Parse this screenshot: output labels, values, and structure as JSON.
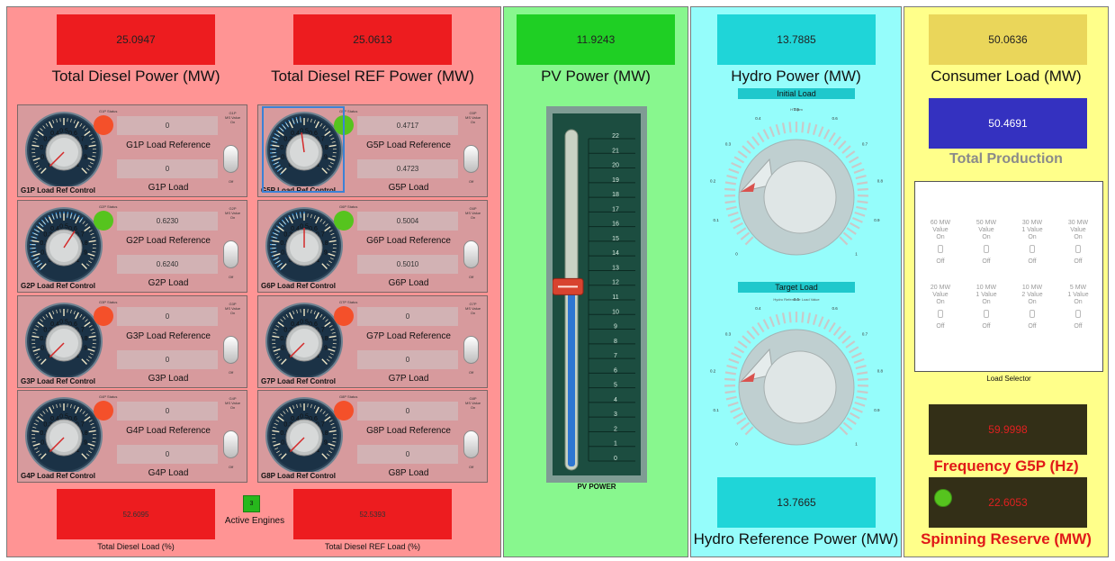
{
  "diesel": {
    "total_power": "25.0947",
    "total_power_label": "Total Diesel Power (MW)",
    "total_ref_power": "25.0613",
    "total_ref_power_label": "Total Diesel REF Power (MW)",
    "total_load": "52.6095",
    "total_load_label": "Total Diesel Load (%)",
    "total_ref_load": "52.5393",
    "total_ref_load_label": "Total Diesel REF Load (%)",
    "active_engines": "3",
    "active_engines_label": "Active Engines",
    "status_label": "Status",
    "ms_value_label": "MS Value",
    "on_label": "On",
    "off_label": "Off"
  },
  "generators": [
    {
      "id": "G1P",
      "status_label": "G1P Status",
      "control_label": "G1P Load Ref Control",
      "ref_label": "G1P Load Reference",
      "ref_value": "0",
      "load_label": "G1P Load",
      "load_value": "0",
      "active": false,
      "dial": 0
    },
    {
      "id": "G5P",
      "status_label": "G5P Status",
      "control_label": "G5P Load Ref Control",
      "ref_label": "G5P Load Reference",
      "ref_value": "0.4717",
      "load_label": "G5P Load",
      "load_value": "0.4723",
      "active": true,
      "dial": 0.4717,
      "selected": true
    },
    {
      "id": "G2P",
      "status_label": "G2P Status",
      "control_label": "G2P Load Ref Control",
      "ref_label": "G2P Load Reference",
      "ref_value": "0.6230",
      "load_label": "G2P Load",
      "load_value": "0.6240",
      "active": true,
      "dial": 0.623
    },
    {
      "id": "G6P",
      "status_label": "G6P Status",
      "control_label": "G6P Load Ref Control",
      "ref_label": "G6P Load Reference",
      "ref_value": "0.5004",
      "load_label": "G6P Load",
      "load_value": "0.5010",
      "active": true,
      "dial": 0.5004
    },
    {
      "id": "G3P",
      "status_label": "G3P Status",
      "control_label": "G3P Load Ref Control",
      "ref_label": "G3P Load Reference",
      "ref_value": "0",
      "load_label": "G3P Load",
      "load_value": "0",
      "active": false,
      "dial": 0
    },
    {
      "id": "G7P",
      "status_label": "G7P Status",
      "control_label": "G7P Load Ref Control",
      "ref_label": "G7P Load Reference",
      "ref_value": "0",
      "load_label": "G7P Load",
      "load_value": "0",
      "active": false,
      "dial": 0
    },
    {
      "id": "G4P",
      "status_label": "G4P Status",
      "control_label": "G4P Load Ref Control",
      "ref_label": "G4P Load Reference",
      "ref_value": "0",
      "load_label": "G4P Load",
      "load_value": "0",
      "active": false,
      "dial": 0
    },
    {
      "id": "G8P",
      "status_label": "G8P Status",
      "control_label": "G8P Load Ref Control",
      "ref_label": "G8P Load Reference",
      "ref_value": "0",
      "load_label": "G8P Load",
      "load_value": "0",
      "active": false,
      "dial": 0
    }
  ],
  "dial_ticks": [
    "0",
    "0.1",
    "0.2",
    "0.3",
    "0.4",
    "0.5",
    "0.6",
    "0.7",
    "0.8",
    "0.9",
    "1"
  ],
  "pv": {
    "power": "11.9243",
    "power_label": "PV Power (MW)",
    "slider_label": "PV POWER",
    "slider_value": 11.9,
    "slider_min": 0,
    "slider_max": 22,
    "ticks": [
      "22",
      "21",
      "20",
      "19",
      "18",
      "17",
      "16",
      "15",
      "14",
      "13",
      "12",
      "11",
      "10",
      "9",
      "8",
      "7",
      "6",
      "5",
      "4",
      "3",
      "2",
      "1",
      "0"
    ]
  },
  "hydro": {
    "power": "13.7885",
    "power_label": "Hydro Power (MW)",
    "initial_load_label": "Initial Load",
    "initial_unit_label": "HTSpm",
    "target_load_label": "Target Load",
    "target_unit_label": "Hydro Reference Load Value",
    "ref_power": "13.7665",
    "ref_power_label": "Hydro Reference Power (MW)",
    "knob_ticks": [
      "0",
      "0.1",
      "0.2",
      "0.3",
      "0.4",
      "0.5",
      "0.6",
      "0.7",
      "0.8",
      "0.9",
      "1"
    ]
  },
  "consumer": {
    "load": "50.0636",
    "load_label": "Consumer Load (MW)",
    "production": "50.4691",
    "production_label": "Total Production",
    "load_selector_label": "Load Selector",
    "selector": [
      {
        "l1": "60 MW",
        "l2": "Value",
        "on": "On",
        "off": "Off"
      },
      {
        "l1": "50 MW",
        "l2": "Value",
        "on": "On",
        "off": "Off"
      },
      {
        "l1": "30 MW",
        "l2": "1 Value",
        "on": "On",
        "off": "Off"
      },
      {
        "l1": "30 MW",
        "l2": "Value",
        "on": "On",
        "off": "Off"
      },
      {
        "l1": "20 MW",
        "l2": "Value",
        "on": "On",
        "off": "Off"
      },
      {
        "l1": "10 MW",
        "l2": "1 Value",
        "on": "On",
        "off": "Off"
      },
      {
        "l1": "10 MW",
        "l2": "2 Value",
        "on": "On",
        "off": "Off"
      },
      {
        "l1": "5 MW",
        "l2": "1 Value",
        "on": "On",
        "off": "Off"
      }
    ],
    "frequency": "59.9998",
    "frequency_label": "Frequency G5P (Hz)",
    "spinning_reserve": "22.6053",
    "spinning_reserve_label": "Spinning Reserve (MW)"
  },
  "colors": {
    "diesel_panel": "#ff9494",
    "pv_panel": "#88f78e",
    "hydro_panel": "#95fdfb",
    "consumer_panel": "#ffff8a",
    "red_box": "#ed1c1f",
    "green_box": "#1fcf24",
    "cyan_box": "#1fd5d8",
    "yellow_box": "#ead65a",
    "blue_box": "#3431c0",
    "dark_box": "#332f17",
    "led_red": "#f4502a",
    "led_green": "#56c41e"
  }
}
